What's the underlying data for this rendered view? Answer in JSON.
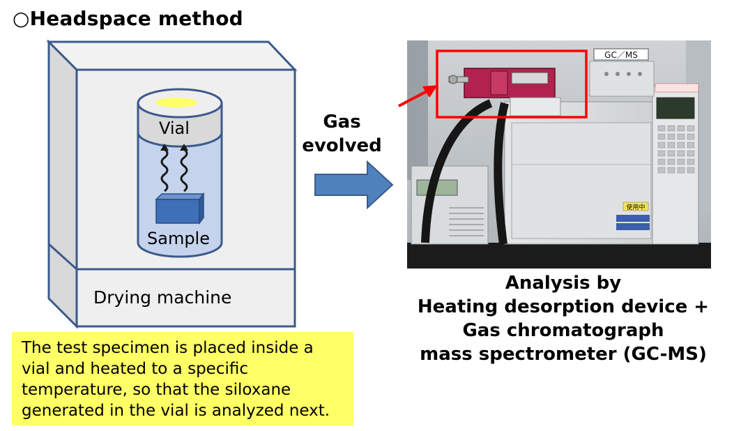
{
  "title": "○Headspace method",
  "diagram": {
    "vial_label": "Vial",
    "sample_label": "Sample",
    "drying_machine_label": "Drying machine",
    "gas_label_line1": "Gas",
    "gas_label_line2": "evolved"
  },
  "note": {
    "line1": "The test specimen is placed inside a",
    "line2": "vial and heated to a specific",
    "line3": "temperature, so that the siloxane",
    "line4": "generated in the vial is analyzed next."
  },
  "analysis": {
    "line1": "Analysis by",
    "line2": "Heating desorption device +",
    "line3": "Gas chromatograph",
    "line4": "mass spectrometer (GC-MS)"
  },
  "photo": {
    "instrument_sign": "GC／MS",
    "in_use_sign": "使用中"
  },
  "colors": {
    "box_stroke": "#3b5a8c",
    "box_side": "#d9d9d9",
    "box_face": "#efefef",
    "vial_body": "#c5d4ec",
    "sample_fill": "#3f6fb6",
    "arrow_fill": "#4f81bd",
    "note_bg": "#ffff66",
    "highlight_red": "#ff0000"
  }
}
